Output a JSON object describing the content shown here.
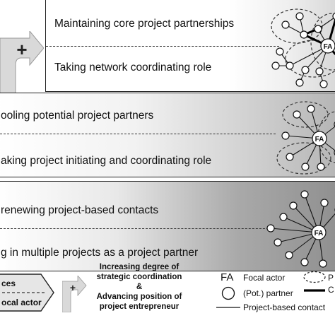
{
  "panels": [
    {
      "top_text": "Maintaining core project partnerships",
      "bottom_text": "Taking network coordinating role",
      "node_label": "FA"
    },
    {
      "top_text": "ooling potential project partners",
      "bottom_text": "aking project initiating and coordinating role",
      "node_label": "FA"
    },
    {
      "top_text": "renewing project-based contacts",
      "bottom_text": "g in multiple projects as a project partner",
      "node_label": "FA"
    }
  ],
  "plus_symbol": "+",
  "legend": {
    "left_box_top": "ces",
    "left_box_bottom": "ocal actor",
    "plus_symbol": "+",
    "direction_line1": "Increasing degree of",
    "direction_line2": "strategic coordination",
    "direction_line3": "&",
    "direction_line4": "Advancing position of",
    "direction_line5": "project entrepreneur",
    "fa_symbol": "FA",
    "fa_label": "Focal actor",
    "partner_label": "(Pot.) partner",
    "contact_label": "Project-based contact",
    "cut_label_1": "P",
    "cut_label_2": "C"
  }
}
